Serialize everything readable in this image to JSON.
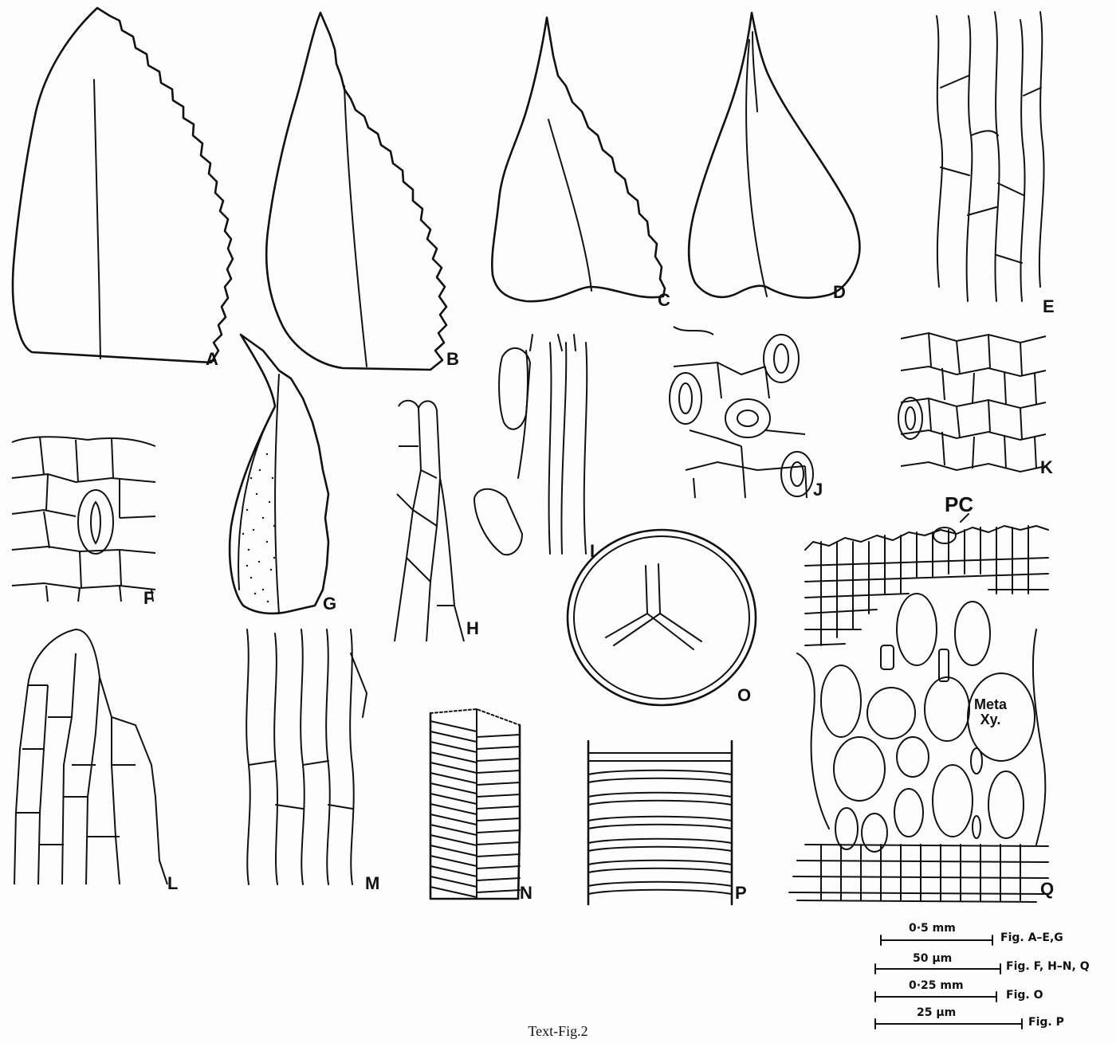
{
  "figure": {
    "caption": "Text-Fig.2",
    "panel_labels": [
      "A",
      "B",
      "C",
      "D",
      "E",
      "F",
      "G",
      "H",
      "I",
      "J",
      "K",
      "L",
      "M",
      "N",
      "O",
      "P",
      "Q"
    ],
    "annotations": {
      "pc": "PC",
      "meta_xylem": "Meta\nXy."
    },
    "scale_bars": [
      {
        "value": "0·5 mm",
        "figs": "Fig. A–E,G"
      },
      {
        "value": "50 µm",
        "figs": "Fig. F, H–N, Q"
      },
      {
        "value": "0·25 mm",
        "figs": "Fig. O"
      },
      {
        "value": "25 µm",
        "figs": "Fig. P"
      }
    ]
  }
}
